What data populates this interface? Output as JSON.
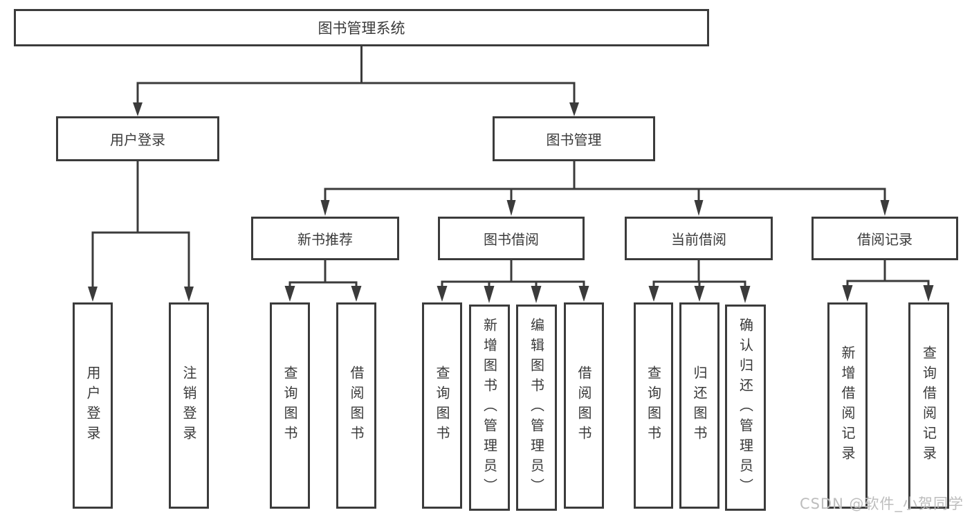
{
  "diagram": {
    "title": "图书管理系统",
    "branches": {
      "user_login": {
        "label": "用户登录",
        "children": [
          {
            "label": "用户登录"
          },
          {
            "label": "注销登录"
          }
        ]
      },
      "book_management": {
        "label": "图书管理",
        "children": [
          {
            "label": "新书推荐",
            "children": [
              {
                "label": "查询图书"
              },
              {
                "label": "借阅图书"
              }
            ]
          },
          {
            "label": "图书借阅",
            "children": [
              {
                "label": "查询图书"
              },
              {
                "label": "新增图书（管理员）"
              },
              {
                "label": "编辑图书（管理员）"
              },
              {
                "label": "借阅图书"
              }
            ]
          },
          {
            "label": "当前借阅",
            "children": [
              {
                "label": "查询图书"
              },
              {
                "label": "归还图书"
              },
              {
                "label": "确认归还（管理员）"
              }
            ]
          },
          {
            "label": "借阅记录",
            "children": [
              {
                "label": "新增借阅记录"
              },
              {
                "label": "查询借阅记录"
              }
            ]
          }
        ]
      }
    }
  },
  "watermark": "CSDN @软件_小贺同学",
  "colors": {
    "line": "#3b3b3b",
    "text": "#3a3a3a",
    "background": "#ffffff",
    "watermark": "#bdbdbd"
  }
}
